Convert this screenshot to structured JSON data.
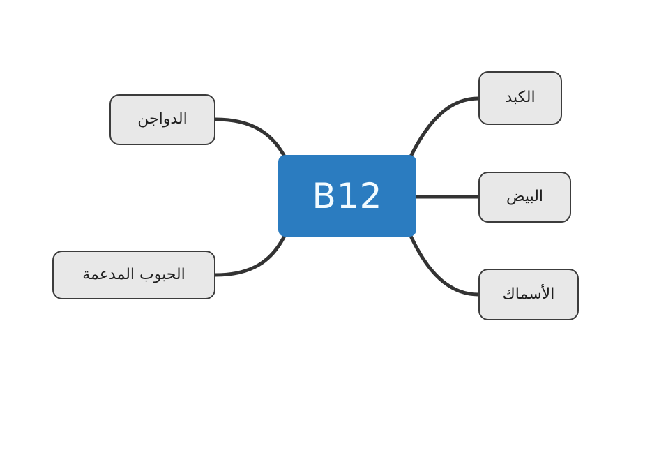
{
  "diagram": {
    "type": "mind-map",
    "background_color": "#ffffff",
    "central": {
      "label": "B12",
      "fill_color": "#2b7cc0",
      "text_color": "#f2fbff"
    },
    "leaf_style": {
      "fill_color": "#e8e8e8",
      "border_color": "#3c3c3c",
      "text_color": "#1f1f1f"
    },
    "edge_color": "#333333",
    "nodes": [
      {
        "id": "poultry",
        "label": "الدواجن",
        "side": "left",
        "position": "top"
      },
      {
        "id": "cereal",
        "label": "الحبوب المدعمة",
        "side": "left",
        "position": "bottom"
      },
      {
        "id": "liver",
        "label": "الكبد",
        "side": "right",
        "position": "top"
      },
      {
        "id": "eggs",
        "label": "البيض",
        "side": "right",
        "position": "middle"
      },
      {
        "id": "fish",
        "label": "الأسماك",
        "side": "right",
        "position": "bottom"
      }
    ],
    "edges": [
      {
        "from": "b12",
        "to": "poultry",
        "shape": "curve"
      },
      {
        "from": "b12",
        "to": "cereal",
        "shape": "curve"
      },
      {
        "from": "b12",
        "to": "liver",
        "shape": "curve"
      },
      {
        "from": "b12",
        "to": "eggs",
        "shape": "straight"
      },
      {
        "from": "b12",
        "to": "fish",
        "shape": "curve"
      }
    ]
  }
}
